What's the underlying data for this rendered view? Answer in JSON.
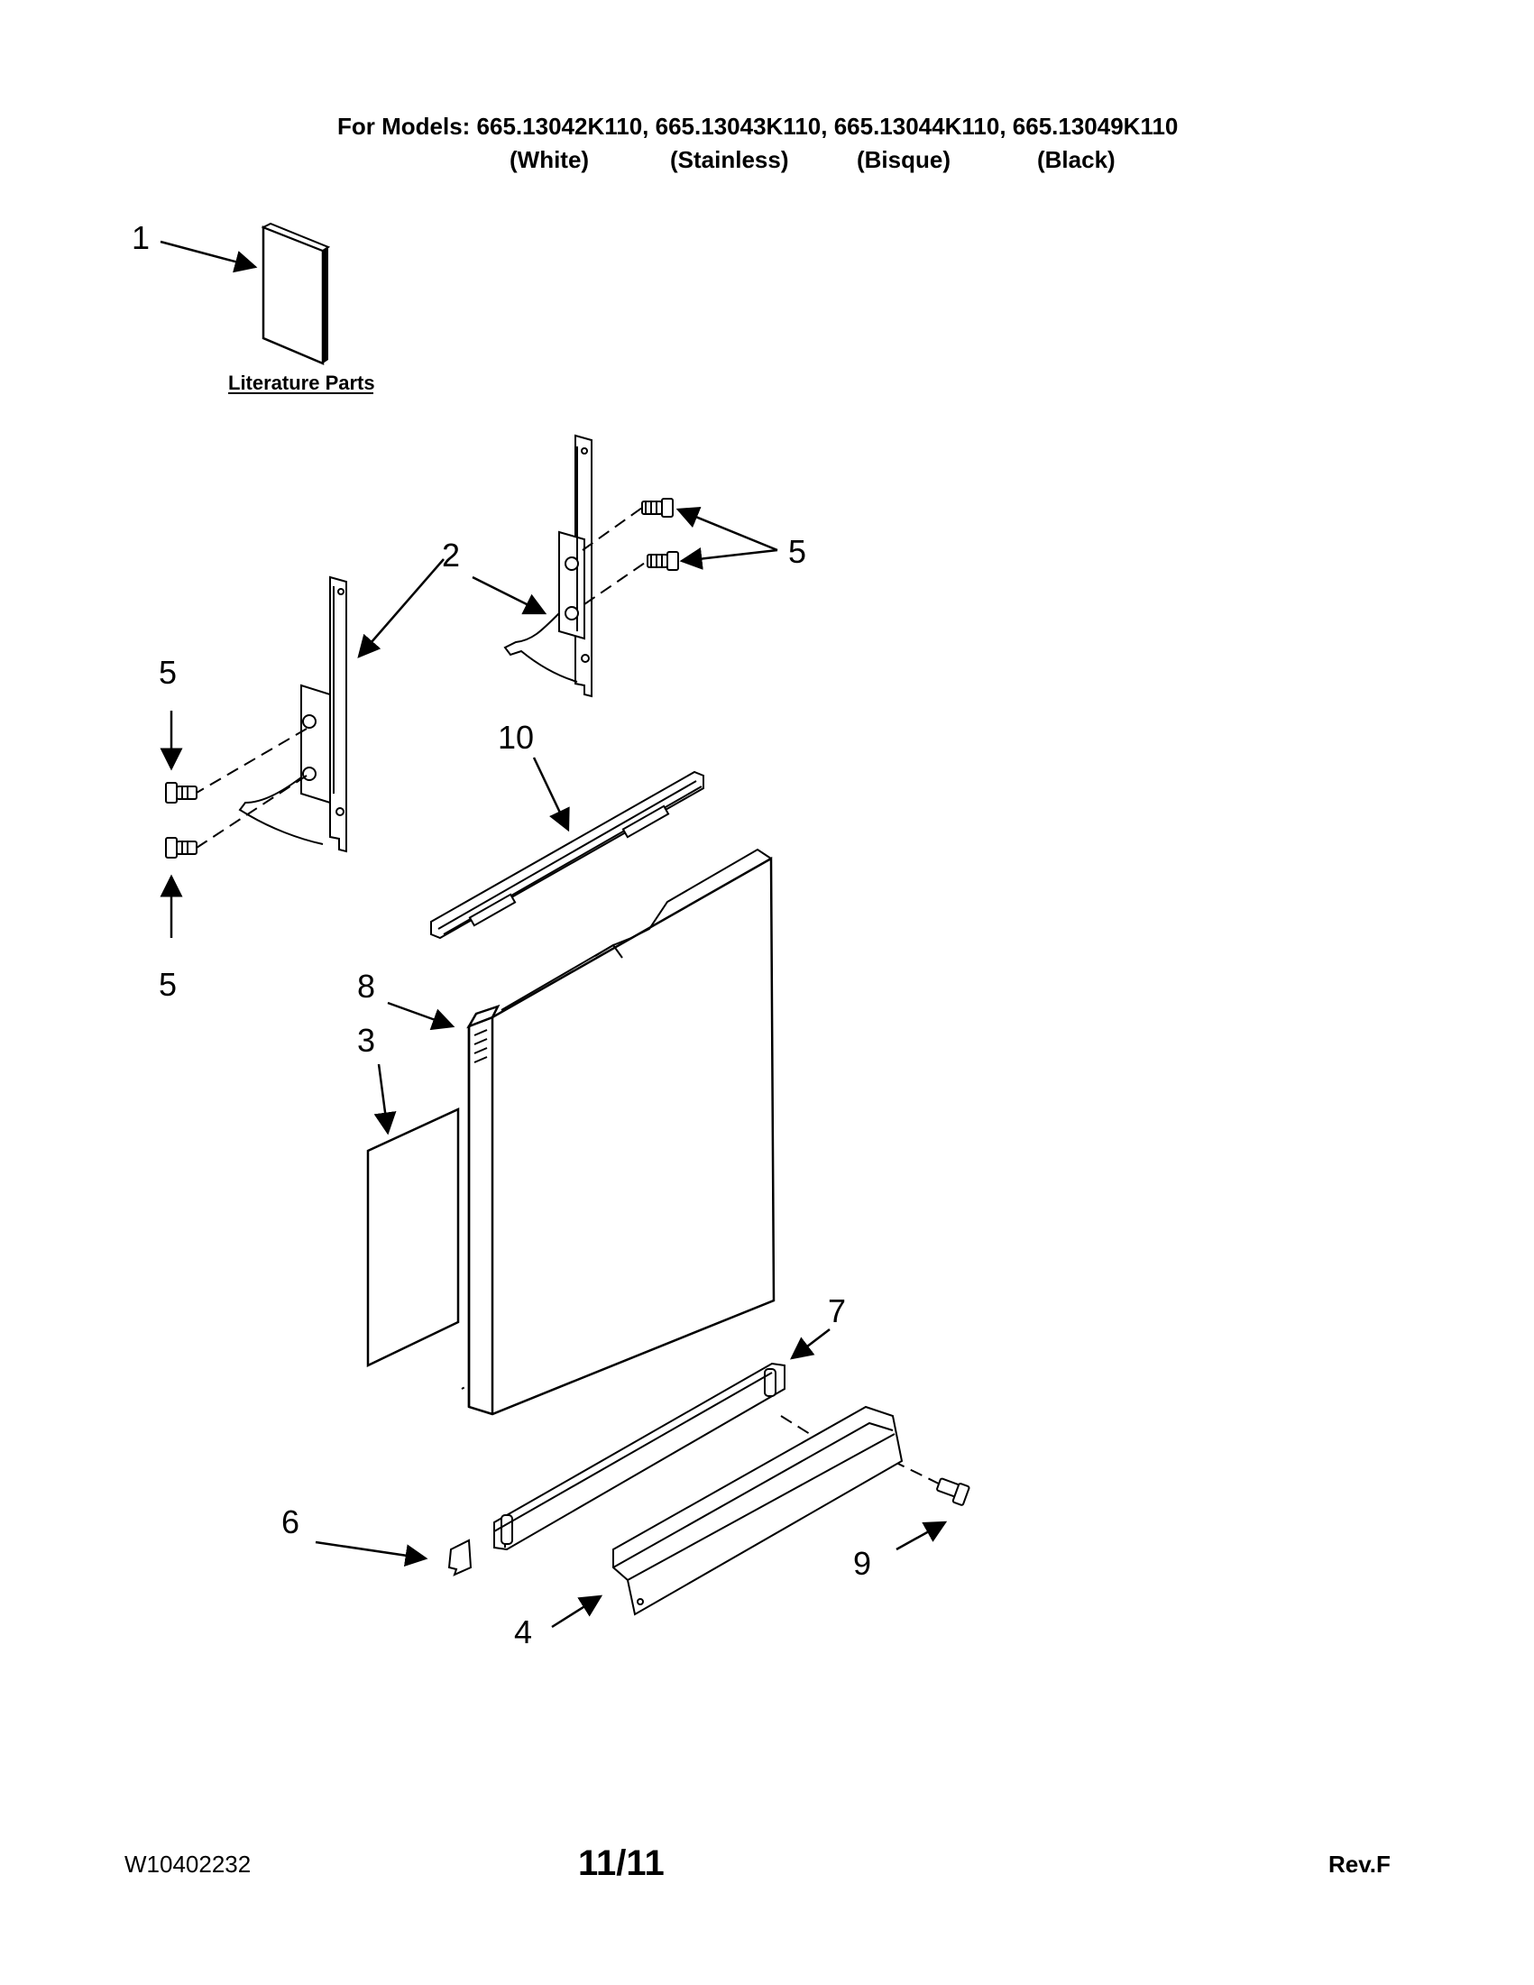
{
  "header": {
    "models_line": "For Models: 665.13042K110, 665.13043K110, 665.13044K110, 665.13049K110",
    "variants": [
      "(White)",
      "(Stainless)",
      "(Bisque)",
      "(Black)"
    ]
  },
  "diagram": {
    "literature_label": "Literature Parts",
    "callouts": [
      "1",
      "2",
      "5",
      "5",
      "5",
      "10",
      "8",
      "3",
      "7",
      "6",
      "9",
      "4"
    ]
  },
  "footer": {
    "doc_number": "W10402232",
    "page": "11/11",
    "revision": "Rev.F"
  }
}
